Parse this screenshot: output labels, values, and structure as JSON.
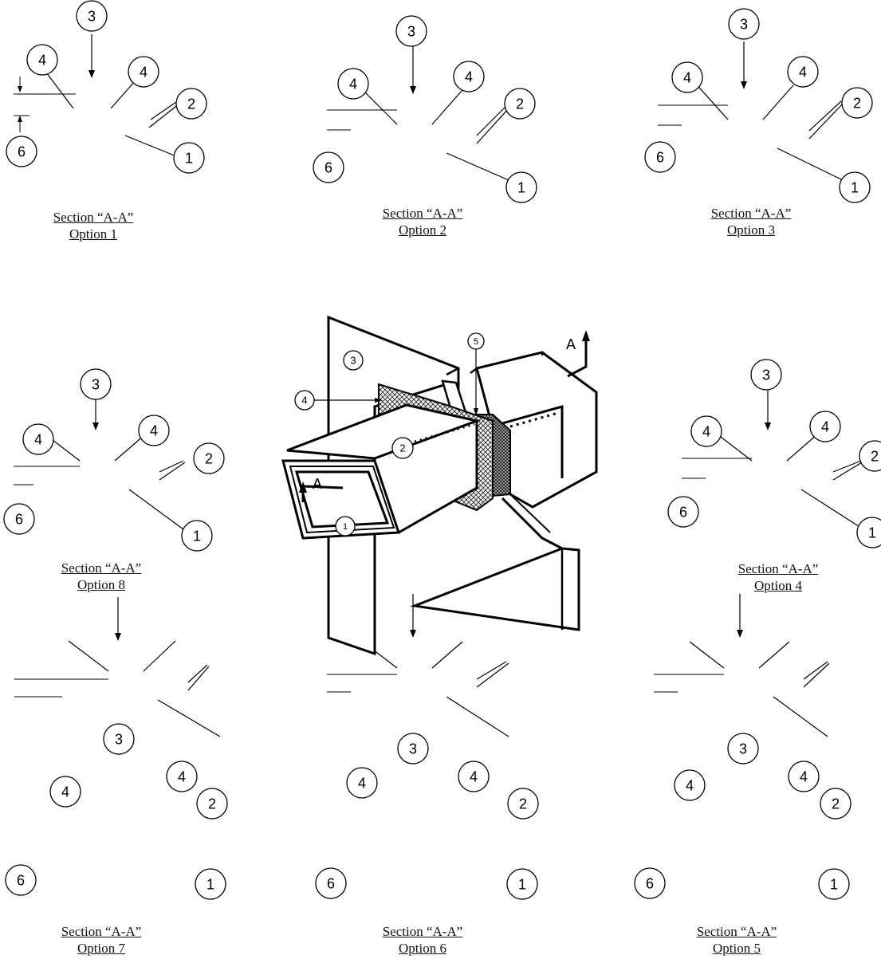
{
  "figure": {
    "section_title": "Section “A-A”",
    "callouts": {
      "c1": "1",
      "c2": "2",
      "c3": "3",
      "c4": "4",
      "c5": "5",
      "c6": "6"
    },
    "section_marker": "A",
    "sections": [
      {
        "option": "Option 1"
      },
      {
        "option": "Option 2"
      },
      {
        "option": "Option 3"
      },
      {
        "option": "Option 8"
      },
      {
        "option": "Option 4"
      },
      {
        "option": "Option 7"
      },
      {
        "option": "Option 6"
      },
      {
        "option": "Option 5"
      }
    ]
  }
}
